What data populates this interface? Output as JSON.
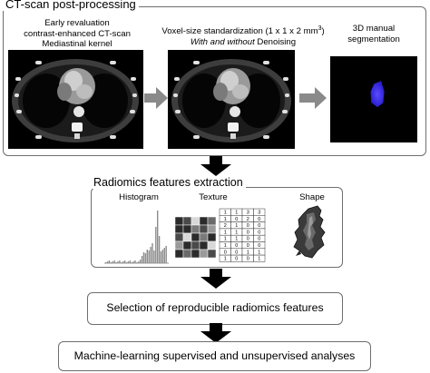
{
  "postprocessing": {
    "title": "CT-scan post-processing",
    "panel1_caption": [
      "Early revaluation",
      "contrast-enhanced CT-scan",
      "Mediastinal kernel"
    ],
    "panel2_caption_line1": "Voxel-size standardization (1 x 1 x 2 mm",
    "panel2_caption_sup": "3",
    "panel2_caption_close": ")",
    "panel2_caption_line2_italic1": "With and without",
    "panel2_caption_line2_rest": " Denoising",
    "panel3_caption": [
      "3D manual",
      "segmentation"
    ]
  },
  "radiomics": {
    "title": "Radiomics features extraction",
    "histogram_label": "Histogram",
    "texture_label": "Texture",
    "shape_label": "Shape"
  },
  "texture_matrix": [
    [
      "1",
      "1",
      "3",
      "3"
    ],
    [
      "1",
      "0",
      "2",
      "0"
    ],
    [
      "2",
      "1",
      "0",
      "0"
    ],
    [
      "1",
      "1",
      "0",
      "0"
    ],
    [
      "1",
      "1",
      "0",
      "0"
    ],
    [
      "1",
      "0",
      "0",
      "0"
    ],
    [
      "0",
      "0",
      "1",
      "1"
    ],
    [
      "1",
      "0",
      "0",
      "1"
    ]
  ],
  "stages": {
    "selection": "Selection of reproducible radiomics features",
    "ml": "Machine-learning supervised and unsupervised analyses"
  },
  "colors": {
    "box_border": "#6e6e6e",
    "arrow": "#000000",
    "side_arrow": "#8a8a8a",
    "segmentation": "#3a2cf5"
  }
}
